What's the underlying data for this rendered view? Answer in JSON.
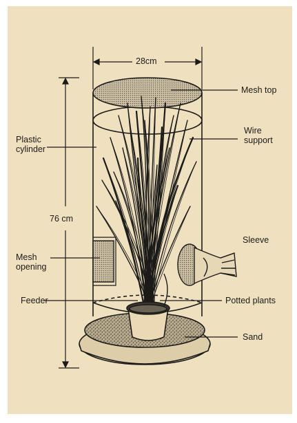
{
  "colors": {
    "paper": "#efe0bf",
    "ink": "#1c1b19"
  },
  "dimensions": {
    "width": "28cm",
    "height": "76 cm"
  },
  "labels": {
    "mesh_top": "Mesh top",
    "wire_support": [
      "Wire",
      "support"
    ],
    "plastic_cylinder": [
      "Plastic",
      "cylinder"
    ],
    "sleeve": "Sleeve",
    "mesh_opening": [
      "Mesh",
      "opening"
    ],
    "feeder": "Feeder",
    "potted_plants": "Potted plants",
    "sand": "Sand"
  }
}
